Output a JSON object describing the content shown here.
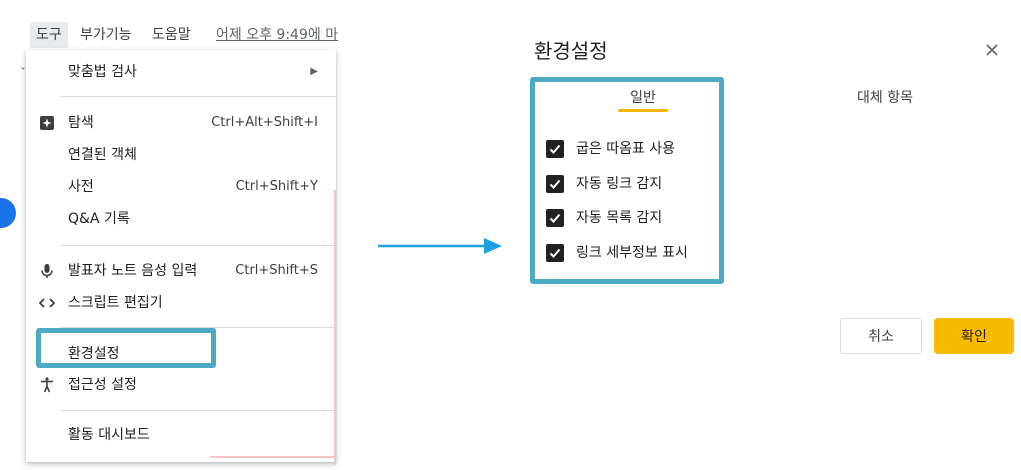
{
  "menubar": {
    "items": [
      {
        "label": "도구",
        "active": true
      },
      {
        "label": "부가기능",
        "active": false
      },
      {
        "label": "도움말",
        "active": false
      }
    ],
    "last_edit": "어제 오후 9:49에 마"
  },
  "tools_menu": {
    "items": [
      {
        "label": "맞춤법 검사",
        "shortcut": "",
        "submenu": true,
        "icon": ""
      },
      {
        "label": "탐색",
        "shortcut": "Ctrl+Alt+Shift+I",
        "submenu": false,
        "icon": "explore-icon"
      },
      {
        "label": "연결된 객체",
        "shortcut": "",
        "submenu": false,
        "icon": ""
      },
      {
        "label": "사전",
        "shortcut": "Ctrl+Shift+Y",
        "submenu": false,
        "icon": ""
      },
      {
        "label": "Q&A 기록",
        "shortcut": "",
        "submenu": false,
        "icon": ""
      },
      {
        "label": "발표자 노트 음성 입력",
        "shortcut": "Ctrl+Shift+S",
        "submenu": false,
        "icon": "mic-icon"
      },
      {
        "label": "스크립트 편집기",
        "shortcut": "",
        "submenu": false,
        "icon": "code-icon"
      },
      {
        "label": "환경설정",
        "shortcut": "",
        "submenu": false,
        "icon": ""
      },
      {
        "label": "접근성 설정",
        "shortcut": "",
        "submenu": false,
        "icon": "accessibility-icon"
      },
      {
        "label": "활동 대시보드",
        "shortcut": "",
        "submenu": false,
        "icon": ""
      }
    ]
  },
  "preferences_dialog": {
    "title": "환경설정",
    "tabs": [
      {
        "label": "일반",
        "active": true
      },
      {
        "label": "대체 항목",
        "active": false
      }
    ],
    "options": [
      {
        "label": "굽은 따옴표 사용",
        "checked": true
      },
      {
        "label": "자동 링크 감지",
        "checked": true
      },
      {
        "label": "자동 목록 감지",
        "checked": true
      },
      {
        "label": "링크 세부정보 표시",
        "checked": true
      }
    ],
    "cancel_label": "취소",
    "ok_label": "확인"
  },
  "colors": {
    "highlight": "#4daac4",
    "arrow": "#1ba1e2",
    "accent": "#f9bb00"
  }
}
